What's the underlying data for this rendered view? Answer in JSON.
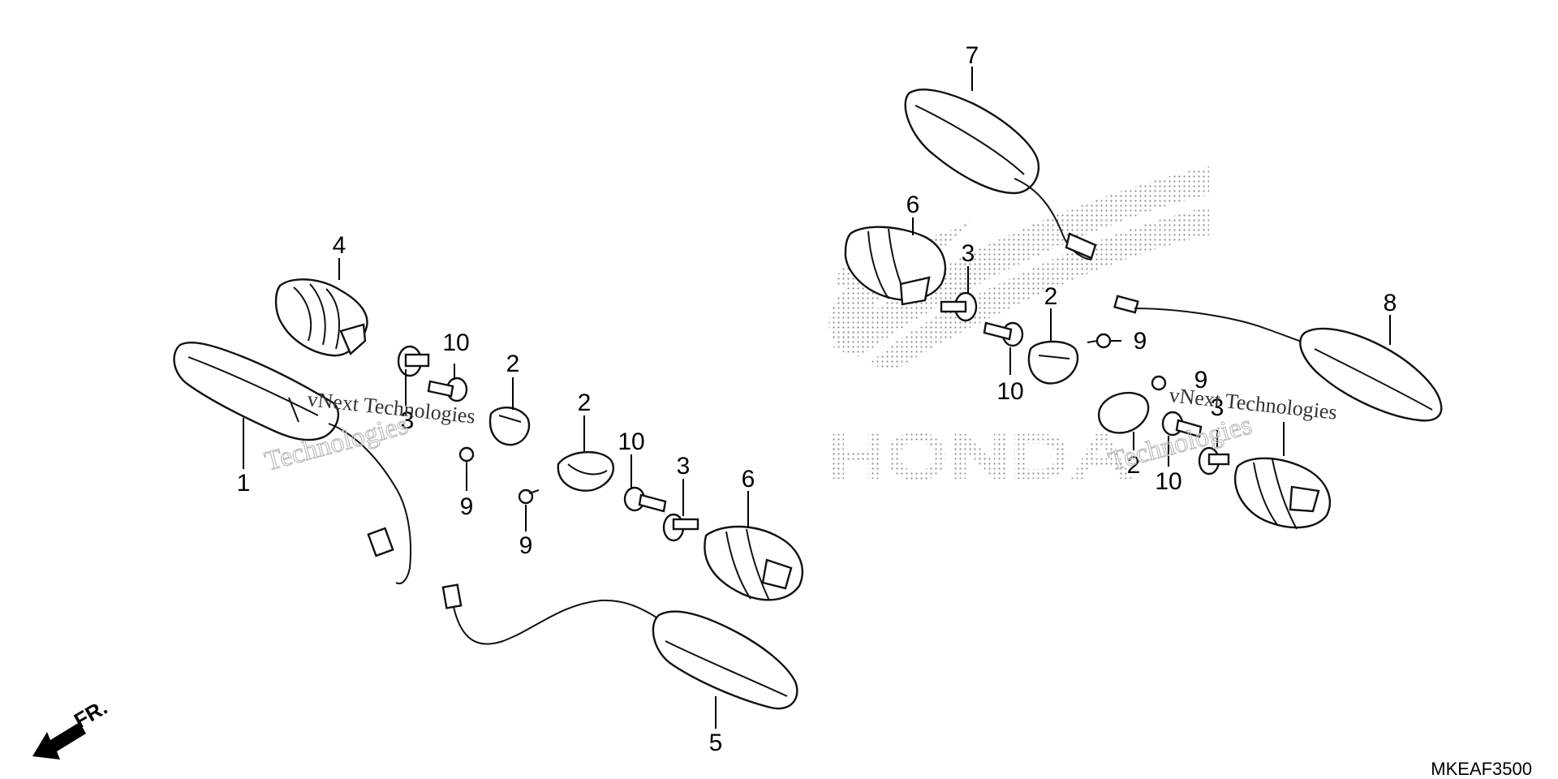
{
  "diagram": {
    "parts_code": "MKEAF3500",
    "direction_label": "FR.",
    "brand_logo_text": "HONDA",
    "watermark": [
      "vNext Technologies",
      "Technologies"
    ],
    "callouts": {
      "c1": "1",
      "c2a": "2",
      "c2b": "2",
      "c2c": "2",
      "c2d": "2",
      "c3a": "3",
      "c3b": "3",
      "c3c": "3",
      "c3d": "3",
      "c4": "4",
      "c5": "5",
      "c6a": "6",
      "c6b": "6",
      "c7": "7",
      "c8": "8",
      "c9a": "9",
      "c9b": "9",
      "c9c": "9",
      "c9d": "9",
      "c10a": "10",
      "c10b": "10",
      "c10c": "10",
      "c10d": "10"
    }
  }
}
